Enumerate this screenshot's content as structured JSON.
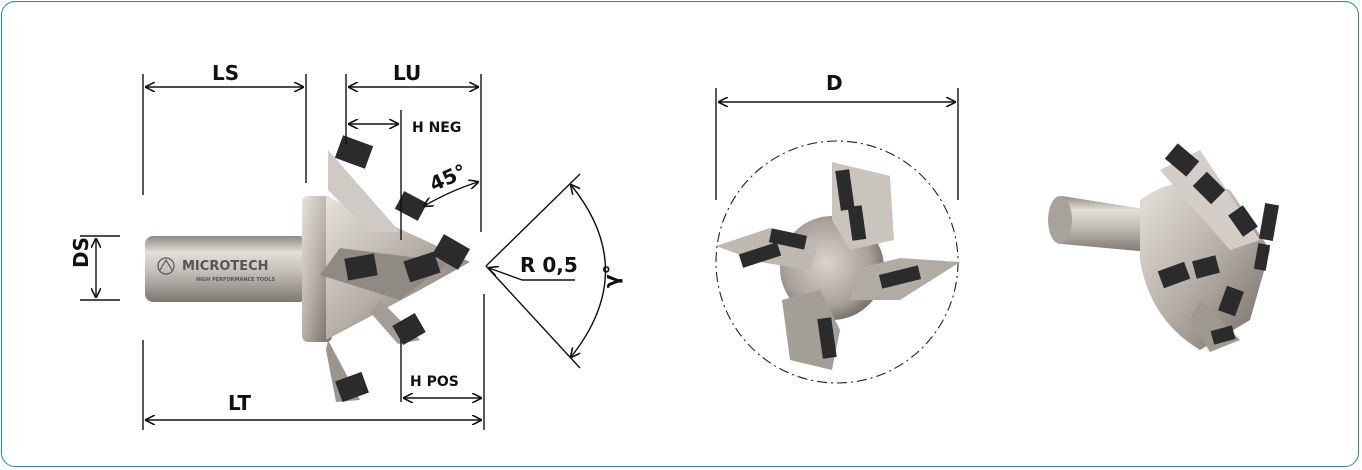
{
  "labels": {
    "ls": "LS",
    "lu": "LU",
    "h_neg": "H NEG",
    "angle_45": "45°",
    "r": "R 0,5",
    "gamma": "γ°",
    "ds": "DS",
    "h_pos": "H POS",
    "lt": "LT",
    "d": "D"
  },
  "logo": {
    "brand": "MICROTECH",
    "tagline": "HIGH PERFORMANCE TOOLS"
  },
  "colors": {
    "frame": "#2a8a9a",
    "metal": "#b9b4ad",
    "insert": "#2b2b2b"
  }
}
